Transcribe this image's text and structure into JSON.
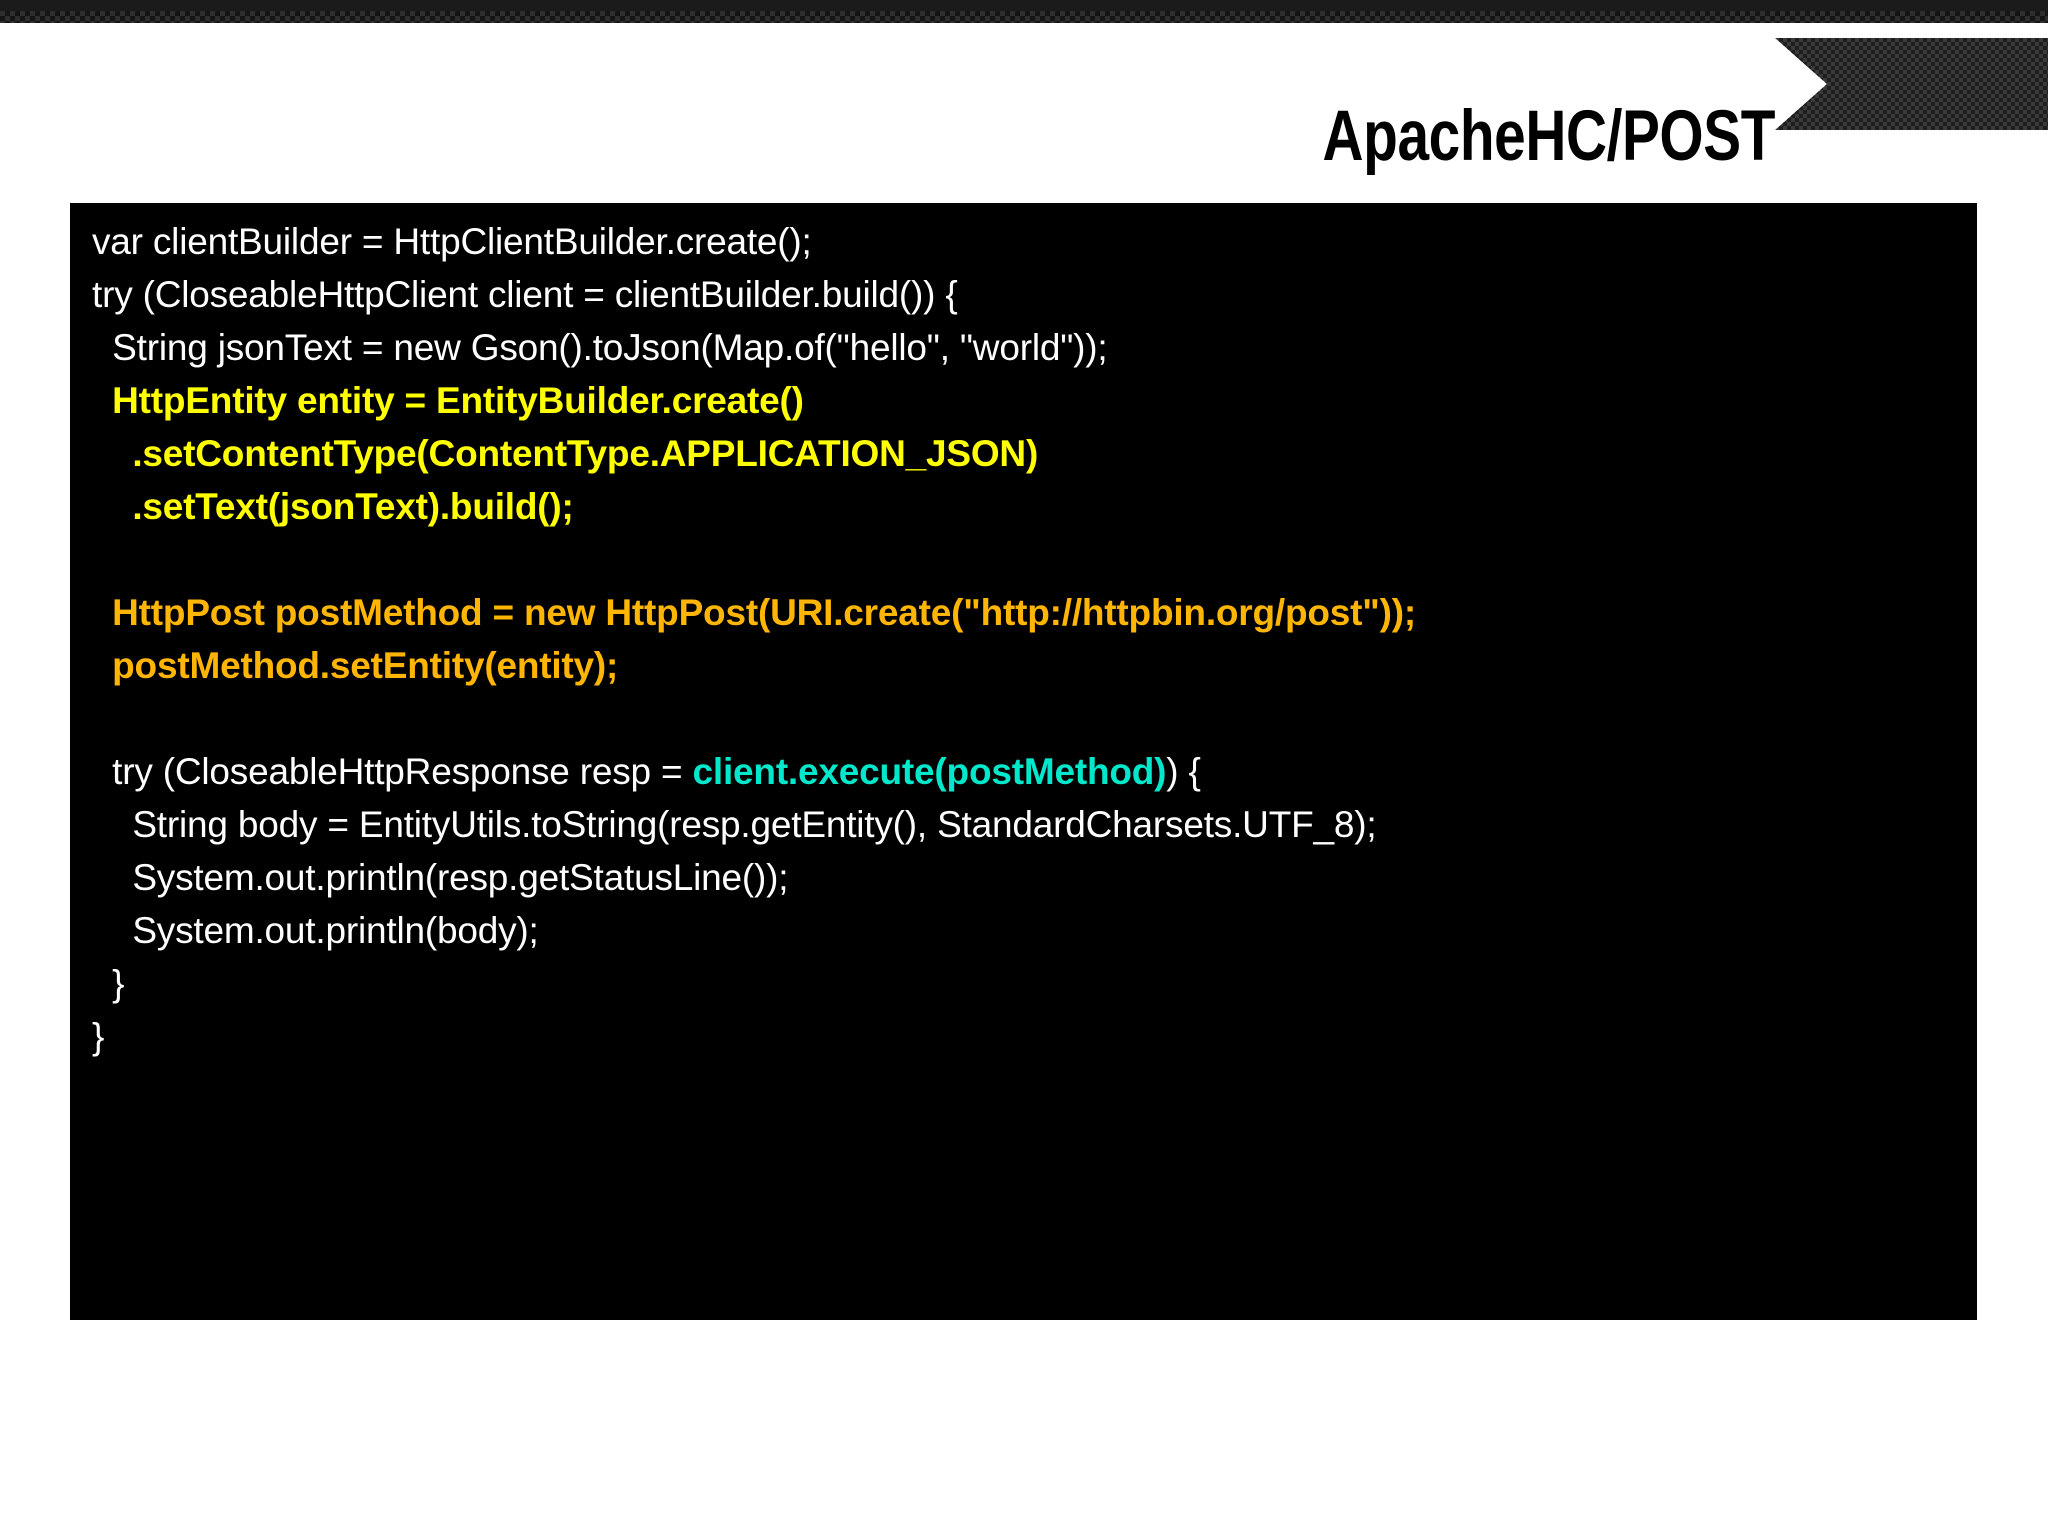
{
  "slide": {
    "title": "ApacheHC/POST",
    "background_color": "#ffffff",
    "banner_color": "#3a3a3a"
  },
  "colors": {
    "plain": "#ffffff",
    "yellow": "#ffff00",
    "orange": "#ffb503",
    "cyan": "#00e8cc",
    "code_background": "#000000"
  },
  "code_block": {
    "language": "java",
    "lines": [
      {
        "segments": [
          {
            "text": "var clientBuilder = HttpClientBuilder.create();",
            "style": "plain"
          }
        ]
      },
      {
        "segments": [
          {
            "text": "try (CloseableHttpClient client = clientBuilder.build()) {",
            "style": "plain"
          }
        ]
      },
      {
        "segments": [
          {
            "text": "  String jsonText = new Gson().toJson(Map.of(\"hello\", \"world\"));",
            "style": "plain"
          }
        ]
      },
      {
        "segments": [
          {
            "text": "  HttpEntity entity = EntityBuilder.create()",
            "style": "yellow"
          }
        ]
      },
      {
        "segments": [
          {
            "text": "    .setContentType(ContentType.APPLICATION_JSON)",
            "style": "yellow"
          }
        ]
      },
      {
        "segments": [
          {
            "text": "    .setText(jsonText).build();",
            "style": "yellow"
          }
        ]
      },
      {
        "segments": [
          {
            "text": "",
            "style": "plain"
          }
        ]
      },
      {
        "segments": [
          {
            "text": "  HttpPost postMethod = new HttpPost(URI.create(\"http://httpbin.org/post\"));",
            "style": "orange"
          }
        ]
      },
      {
        "segments": [
          {
            "text": "  postMethod.setEntity(entity);",
            "style": "orange"
          }
        ]
      },
      {
        "segments": [
          {
            "text": "",
            "style": "plain"
          }
        ]
      },
      {
        "segments": [
          {
            "text": "  try (CloseableHttpResponse resp = ",
            "style": "plain"
          },
          {
            "text": "client.execute(postMethod)",
            "style": "cyan"
          },
          {
            "text": ") {",
            "style": "plain"
          }
        ]
      },
      {
        "segments": [
          {
            "text": "    String body = EntityUtils.toString(resp.getEntity(), StandardCharsets.UTF_8);",
            "style": "plain"
          }
        ]
      },
      {
        "segments": [
          {
            "text": "    System.out.println(resp.getStatusLine());",
            "style": "plain"
          }
        ]
      },
      {
        "segments": [
          {
            "text": "    System.out.println(body);",
            "style": "plain"
          }
        ]
      },
      {
        "segments": [
          {
            "text": "  }",
            "style": "plain"
          }
        ]
      },
      {
        "segments": [
          {
            "text": "}",
            "style": "plain"
          }
        ]
      }
    ]
  }
}
